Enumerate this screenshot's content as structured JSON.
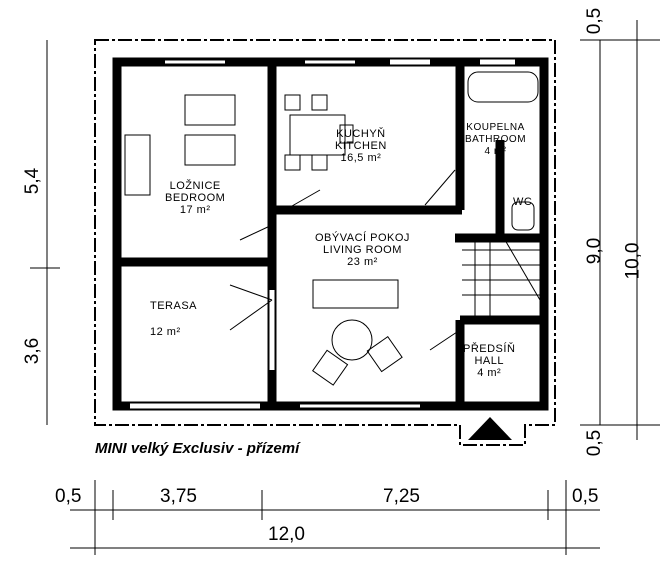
{
  "title": "MINI velký Exclusiv - přízemí",
  "rooms": {
    "kitchen": {
      "name_cz": "KUCHYŇ",
      "name_en": "KITCHEN",
      "area": "16,5 m²"
    },
    "bathroom": {
      "name_cz": "KOUPELNA",
      "name_en": "BATHROOM",
      "area": "4 m²"
    },
    "wc": {
      "name": "WC"
    },
    "bedroom": {
      "name_cz": "LOŽNICE",
      "name_en": "BEDROOM",
      "area": "17 m²"
    },
    "living": {
      "name_cz": "OBÝVACÍ POKOJ",
      "name_en": "LIVING ROOM",
      "area": "23 m²"
    },
    "terrace": {
      "name_cz": "TERASA",
      "area": "12 m²"
    },
    "hall": {
      "name_cz": "PŘEDSÍŇ",
      "name_en": "HALL",
      "area": "4 m²"
    }
  },
  "dimensions": {
    "left": [
      "5,4",
      "3,6"
    ],
    "right_inner": [
      "0,5",
      "9,0",
      "0,5"
    ],
    "right_outer": "10,0",
    "bottom": [
      "0,5",
      "3,75",
      "7,25",
      "0,5"
    ],
    "bottom_total": "12,0"
  }
}
